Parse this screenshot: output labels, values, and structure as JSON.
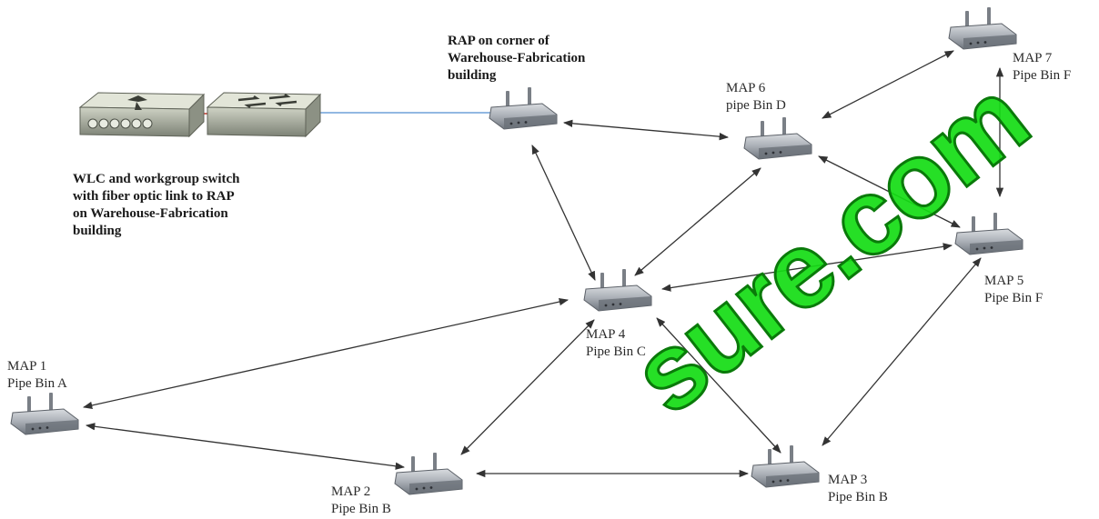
{
  "labels": {
    "rap": "RAP on corner of\nWarehouse-Fabrication\nbuilding",
    "wlc": "WLC and workgroup switch\nwith fiber optic link to RAP\non Warehouse-Fabrication\nbuilding",
    "map1": "MAP 1\nPipe Bin A",
    "map2": "MAP 2\nPipe Bin B",
    "map3": "MAP 3\nPipe Bin B",
    "map4": "MAP 4\nPipe Bin C",
    "map5": "MAP 5\nPipe Bin F",
    "map6": "MAP 6\npipe Bin D",
    "map7": "MAP 7\nPipe Bin F"
  },
  "watermark": "sure.com",
  "colors": {
    "fiber_link": "#6fa0d8",
    "switch_link": "#c0392b",
    "arrow": "#333333",
    "watermark": "#14dc14"
  }
}
